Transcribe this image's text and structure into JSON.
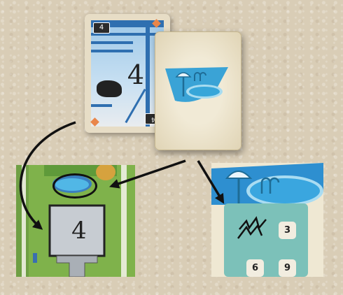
{
  "house_card": {
    "number": "4",
    "corner_top": "4",
    "corner_bottom": "4"
  },
  "pool_card": {
    "icon": "pool-icon"
  },
  "board_left": {
    "house_number": "4"
  },
  "board_right": {
    "numbers": [
      "3",
      "6",
      "9"
    ]
  },
  "colors": {
    "pool_blue": "#37a6d9",
    "grass": "#7fb24b",
    "card_blue": "#2f6fb0",
    "pool_track": "#7cc1b9"
  }
}
